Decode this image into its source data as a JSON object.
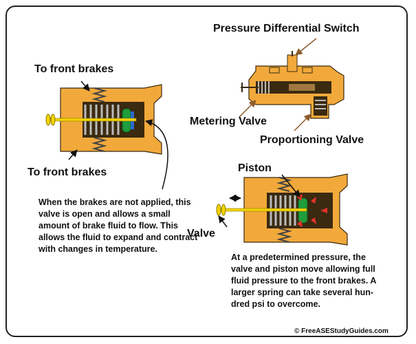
{
  "labels": {
    "to_front_brakes_top": "To front brakes",
    "to_front_brakes_bottom": "To front brakes",
    "pressure_differential_switch": "Pressure Differential Switch",
    "metering_valve": "Metering Valve",
    "proportioning_valve": "Proportioning Valve",
    "piston": "Piston",
    "valve": "Valve"
  },
  "descriptions": {
    "not_applied": "When the brakes are not applied, this valve is open and allows a small amount of brake fluid to flow. This allows the fluid to expand and contract with changes in temperature.",
    "predetermined": "At a predetermined pressure, the valve and piston move allowing full fluid pressure to the front brakes. A larger spring can take several hun-dred psi to overcome."
  },
  "copyright": "© FreeASEStudyGuides.com",
  "colors": {
    "body_orange": "#F2A93B",
    "body_dark": "#3A2A10",
    "spring": "#555555",
    "piston_green": "#1E9E3C",
    "rod_yellow": "#F5D400",
    "seal_blue": "#2A6BD1",
    "arrow_brown": "#8B5A2B",
    "flow_red": "#E8322B"
  }
}
